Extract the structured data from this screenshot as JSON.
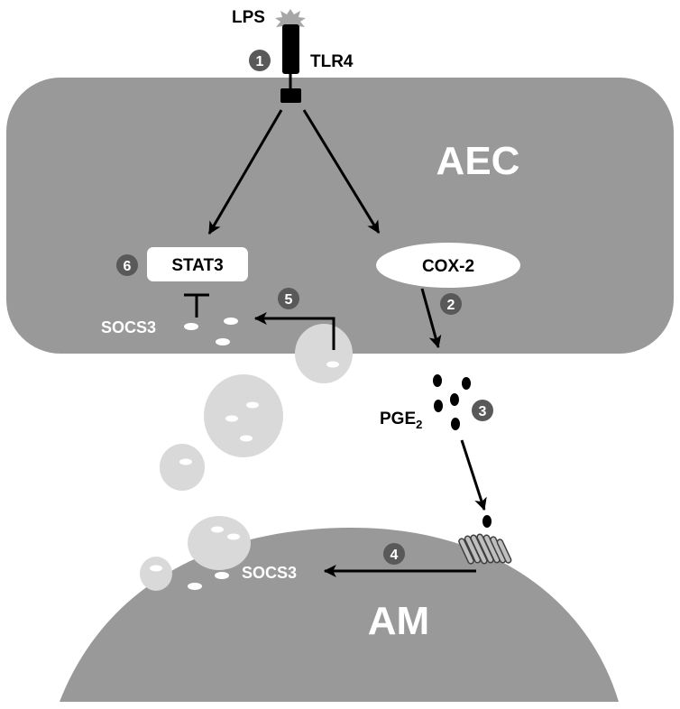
{
  "cells": {
    "aec_label": "AEC",
    "am_label": "AM"
  },
  "molecules": {
    "lps": "LPS",
    "tlr4": "TLR4",
    "stat3": "STAT3",
    "cox2": "COX-2",
    "pge2_base": "PGE",
    "pge2_sub": "2",
    "socs3_aec": "SOCS3",
    "socs3_am": "SOCS3"
  },
  "steps": [
    "1",
    "2",
    "3",
    "4",
    "5",
    "6"
  ],
  "colors": {
    "cell_fill": "#999999",
    "vesicle_fill": "#d9d9d9",
    "badge_fill": "#595959",
    "text_white": "#ffffff",
    "ink": "#000000"
  }
}
